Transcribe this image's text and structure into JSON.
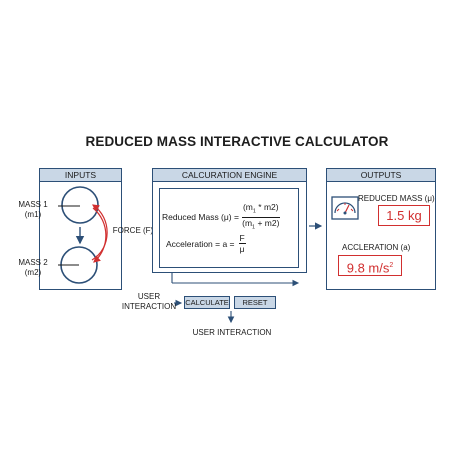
{
  "title": "REDUCED MASS INTERACTIVE CALCULATOR",
  "inputs": {
    "header": "INPUTS",
    "mass1_name": "MASS 1",
    "mass1_sym": "(m1)",
    "mass2_name": "MASS 2",
    "mass2_sym": "(m2)",
    "force_label": "FORCE (F)"
  },
  "engine": {
    "header": "CALCURATION ENGINE",
    "reduced_lhs": "Reduced Mass (μ) =",
    "reduced_num_a": "(m",
    "reduced_num_sub": "1",
    "reduced_num_b": " * m2)",
    "reduced_den_a": "(m",
    "reduced_den_sub": "1",
    "reduced_den_b": " + m2)",
    "accel_lhs": "Acceleration = a =",
    "accel_num": "F",
    "accel_den": "μ"
  },
  "outputs": {
    "header": "OUTPUTS",
    "reduced_label": "REDUCED MASS (μ)",
    "reduced_value": "1.5 kg",
    "accel_label": "ACCLERATION (a)",
    "accel_value": "9.8 m/s",
    "accel_exp": "2"
  },
  "controls": {
    "user_interaction_line1": "USER",
    "user_interaction_line2": "INTERACTION",
    "calculate_label": "CALCULATE",
    "reset_label": "RESET",
    "bottom_label": "USER INTERACTION"
  },
  "colors": {
    "panel_border": "#2c4f77",
    "header_fill": "#c9d7e6",
    "accent_red": "#d12f2f"
  }
}
